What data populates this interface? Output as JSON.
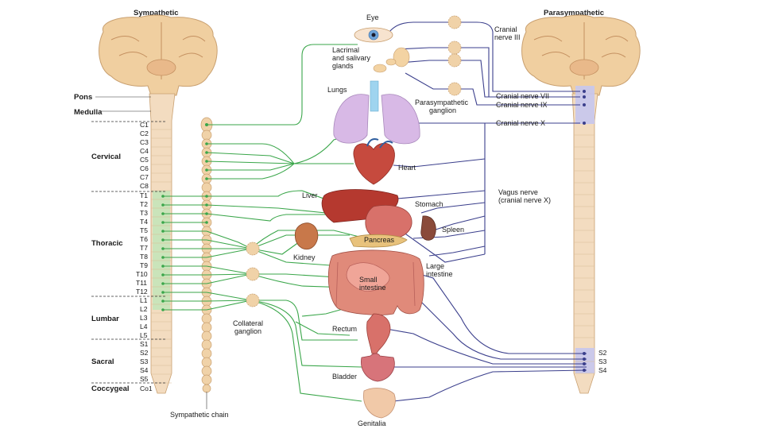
{
  "titles": {
    "sympathetic": "Sympathetic",
    "parasympathetic": "Parasympathetic"
  },
  "brain_labels": {
    "pons": "Pons",
    "medulla": "Medulla"
  },
  "regions": {
    "cervical": "Cervical",
    "thoracic": "Thoracic",
    "lumbar": "Lumbar",
    "sacral": "Sacral",
    "coccygeal": "Coccygeal"
  },
  "segments": [
    "C1",
    "C2",
    "C3",
    "C4",
    "C5",
    "C6",
    "C7",
    "C8",
    "T1",
    "T2",
    "T3",
    "T4",
    "T5",
    "T6",
    "T7",
    "T8",
    "T9",
    "T10",
    "T11",
    "T12",
    "L1",
    "L2",
    "L3",
    "L4",
    "L5",
    "S1",
    "S2",
    "S3",
    "S4",
    "S5",
    "Co1"
  ],
  "organs": {
    "eye": "Eye",
    "lacrimal": [
      "Lacrimal",
      "and salivary",
      "glands"
    ],
    "lungs": "Lungs",
    "heart": "Heart",
    "liver": "Liver",
    "stomach": "Stomach",
    "spleen": "Spleen",
    "pancreas": "Pancreas",
    "kidney": "Kidney",
    "large_intestine": [
      "Large",
      "intestine"
    ],
    "small_intestine": [
      "Small",
      "intestine"
    ],
    "rectum": "Rectum",
    "bladder": "Bladder",
    "genitalia": "Genitalia"
  },
  "nerves": {
    "cranial_iii": [
      "Cranial",
      "nerve III"
    ],
    "parasympathetic_ganglion": [
      "Parasympathetic",
      "ganglion"
    ],
    "cranial_vii": "Cranial nerve VII",
    "cranial_ix": "Cranial nerve IX",
    "cranial_x": "Cranial nerve X",
    "vagus": [
      "Vagus nerve",
      "(cranial nerve X)"
    ],
    "collateral_ganglion": [
      "Collateral",
      "ganglion"
    ],
    "sympathetic_chain": "Sympathetic chain"
  },
  "sacral_right": [
    "S2",
    "S3",
    "S4"
  ],
  "colors": {
    "sympathetic": "#3aa64a",
    "parasympathetic": "#3b3f8c",
    "spine": "#f3dcc0",
    "brain": "#f0cfa0",
    "organ": "#d9564c"
  }
}
